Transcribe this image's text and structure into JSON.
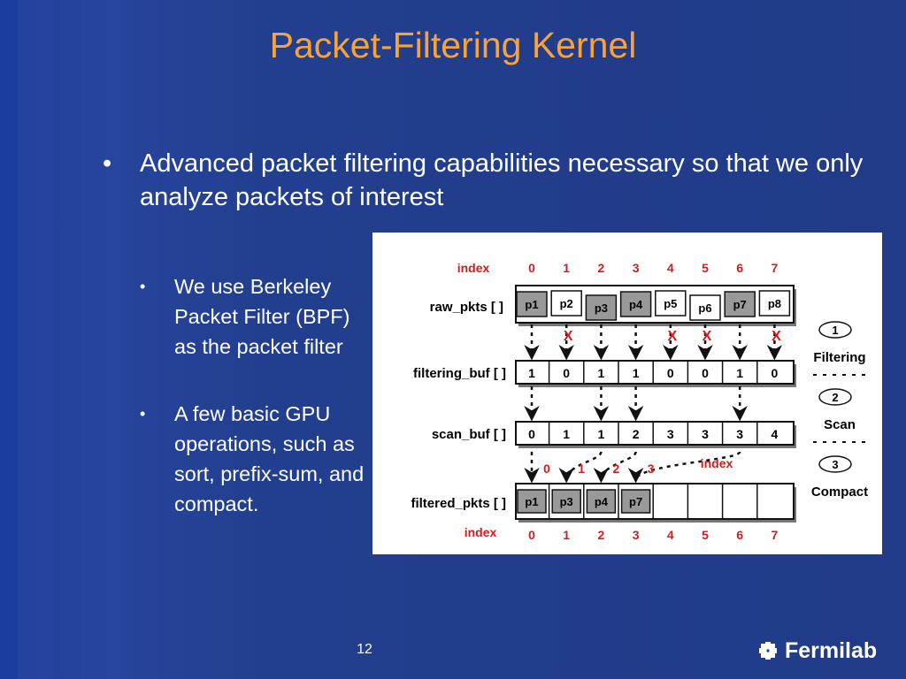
{
  "slide": {
    "title": "Packet-Filtering Kernel",
    "bullet_main": "Advanced packet filtering capabilities necessary so that we only analyze packets of interest",
    "sub_bullets": [
      "We use Berkeley Packet Filter (BPF) as the packet filter",
      "A few basic GPU operations, such as sort, prefix-sum, and compact."
    ],
    "bullet_glyph": "•",
    "page_number": "12",
    "logo_text": "Fermilab",
    "logo_icon": "fermilab-logo-icon"
  },
  "diagram": {
    "index_label": "index",
    "index_values": [
      "0",
      "1",
      "2",
      "3",
      "4",
      "5",
      "6",
      "7"
    ],
    "raw_label": "raw_pkts [ ]",
    "raw_packets": [
      "p1",
      "p2",
      "p3",
      "p4",
      "p5",
      "p6",
      "p7",
      "p8"
    ],
    "filter_label": "filtering_buf [ ]",
    "filter_values": [
      "1",
      "0",
      "1",
      "1",
      "0",
      "0",
      "1",
      "0"
    ],
    "scan_label": "scan_buf [ ]",
    "scan_values": [
      "0",
      "1",
      "1",
      "2",
      "3",
      "3",
      "3",
      "4"
    ],
    "scatter_indices": [
      "0",
      "1",
      "2",
      "3"
    ],
    "filtered_label": "filtered_pkts [ ]",
    "filtered_packets": [
      "p1",
      "p3",
      "p4",
      "p7"
    ],
    "drop_mark": "X",
    "steps": [
      {
        "num": "1",
        "name": "Filtering"
      },
      {
        "num": "2",
        "name": "Scan"
      },
      {
        "num": "3",
        "name": "Compact"
      }
    ],
    "colors": {
      "index": "#d01c1c",
      "packet_box": "#999999",
      "slide_bg": "#213b88",
      "title": "#f5a33a"
    }
  }
}
